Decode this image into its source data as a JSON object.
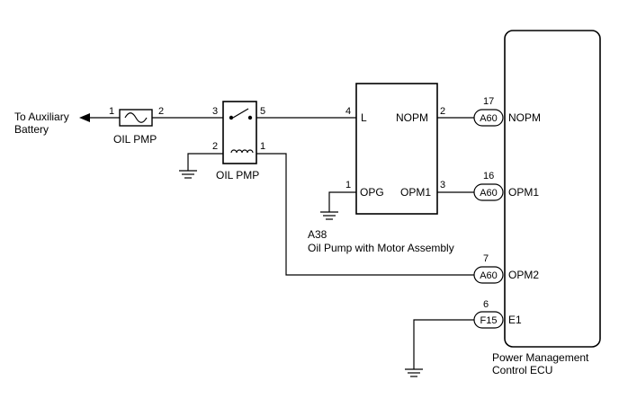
{
  "aux_battery": {
    "line1": "To Auxiliary",
    "line2": "Battery"
  },
  "fuse": {
    "label": "OIL PMP",
    "pin_left": "1",
    "pin_right": "2"
  },
  "relay": {
    "label": "OIL PMP",
    "pin_3": "3",
    "pin_5": "5",
    "pin_2": "2",
    "pin_1": "1"
  },
  "pump": {
    "code": "A38",
    "name": "Oil Pump with Motor Assembly",
    "pin_L_num": "4",
    "pin_L_name": "L",
    "pin_OPG_num": "1",
    "pin_OPG_name": "OPG",
    "pin_NOPM_num": "2",
    "pin_NOPM_name": "NOPM",
    "pin_OPM1_num": "3",
    "pin_OPM1_name": "OPM1"
  },
  "ecu": {
    "name_line1": "Power Management",
    "name_line2": "Control ECU",
    "terminals": [
      {
        "num": "17",
        "connector": "A60",
        "name": "NOPM"
      },
      {
        "num": "16",
        "connector": "A60",
        "name": "OPM1"
      },
      {
        "num": "7",
        "connector": "A60",
        "name": "OPM2"
      },
      {
        "num": "6",
        "connector": "F15",
        "name": "E1"
      }
    ]
  }
}
